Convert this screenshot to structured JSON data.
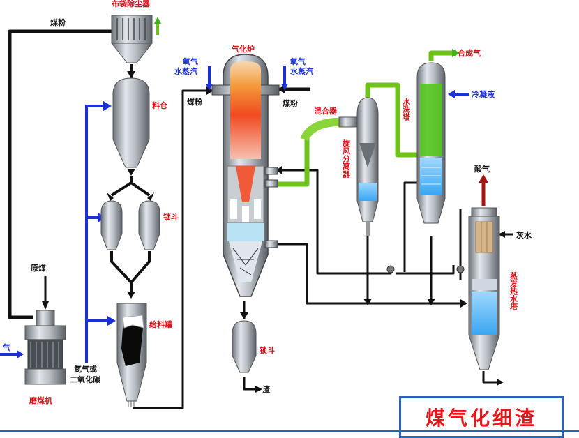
{
  "labels": {
    "bag_filter": "布袋除尘器",
    "coal_powder_top": "煤粉",
    "raw_coal": "原煤",
    "gas_left": "气",
    "mill": "磨煤机",
    "silo": "料仓",
    "lock_hopper_1": "锁斗",
    "feed_tank": "给料罐",
    "n2_co2_line1": "氮气或",
    "n2_co2_line2": "二氧化碳",
    "gasifier": "气化炉",
    "oxygen_left_1": "氧气",
    "oxygen_left_2": "水蒸汽",
    "oxygen_right_1": "氧气",
    "oxygen_right_2": "水蒸汽",
    "coal_powder_left": "煤粉",
    "coal_powder_right": "煤粉",
    "mixer": "混合器",
    "cyclone": "旋风分离器",
    "water_wash": "水洗塔",
    "syngas": "合成气",
    "condensate": "冷凝液",
    "lock_hopper_2": "锁斗",
    "slag": "渣",
    "acid_gas": "酸气",
    "grey_water": "灰水",
    "evap_tower": "蒸发热水塔"
  },
  "caption": "煤气化细渣",
  "colors": {
    "coal_line": "#111111",
    "n2_line": "#1b2fd6",
    "gas_line": "#6ec21a",
    "label_red": "#d8141a",
    "caption_border": "#2a62b8"
  }
}
